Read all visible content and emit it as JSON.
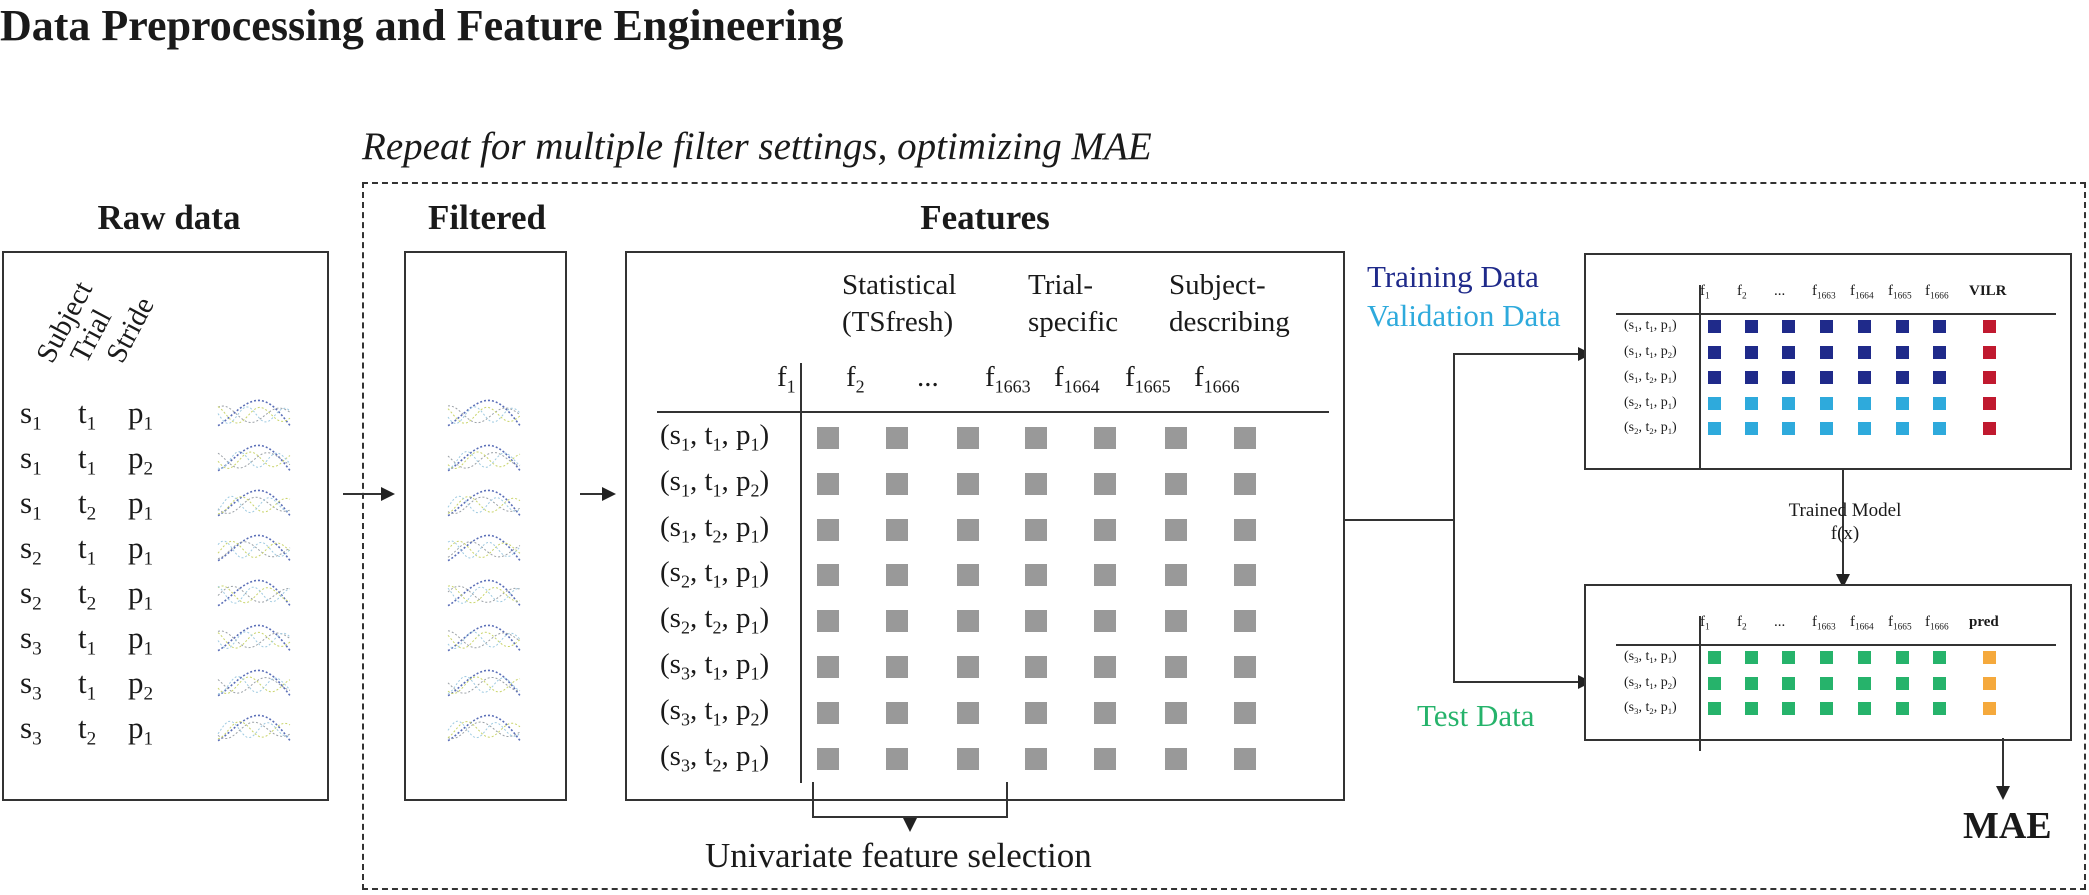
{
  "title": "Data Preprocessing and Feature Engineering",
  "repeat_label": "Repeat for multiple filter settings, optimizing MAE",
  "raw": {
    "header": "Raw data",
    "col_headers": [
      "Subject",
      "Trial",
      "Stride"
    ],
    "rows": [
      {
        "s": "1",
        "t": "1",
        "p": "1"
      },
      {
        "s": "1",
        "t": "1",
        "p": "2"
      },
      {
        "s": "1",
        "t": "2",
        "p": "1"
      },
      {
        "s": "2",
        "t": "1",
        "p": "1"
      },
      {
        "s": "2",
        "t": "2",
        "p": "1"
      },
      {
        "s": "3",
        "t": "1",
        "p": "1"
      },
      {
        "s": "3",
        "t": "1",
        "p": "2"
      },
      {
        "s": "3",
        "t": "2",
        "p": "1"
      }
    ]
  },
  "filtered": {
    "header": "Filtered"
  },
  "features": {
    "header": "Features",
    "groups": [
      {
        "line1": "Statistical",
        "line2": "(TSfresh)"
      },
      {
        "line1": "Trial-",
        "line2": "specific"
      },
      {
        "line1": "Subject-",
        "line2": "describing"
      }
    ],
    "columns": [
      {
        "base": "f",
        "sub": "1"
      },
      {
        "base": "f",
        "sub": "2"
      },
      {
        "base": "...",
        "sub": ""
      },
      {
        "base": "f",
        "sub": "1663"
      },
      {
        "base": "f",
        "sub": "1664"
      },
      {
        "base": "f",
        "sub": "1665"
      },
      {
        "base": "f",
        "sub": "1666"
      }
    ],
    "rows": [
      {
        "s": "1",
        "t": "1",
        "p": "1"
      },
      {
        "s": "1",
        "t": "1",
        "p": "2"
      },
      {
        "s": "1",
        "t": "2",
        "p": "1"
      },
      {
        "s": "2",
        "t": "1",
        "p": "1"
      },
      {
        "s": "2",
        "t": "2",
        "p": "1"
      },
      {
        "s": "3",
        "t": "1",
        "p": "1"
      },
      {
        "s": "3",
        "t": "1",
        "p": "2"
      },
      {
        "s": "3",
        "t": "2",
        "p": "1"
      }
    ],
    "selection_label": "Univariate feature selection"
  },
  "training": {
    "legend_training": "Training Data",
    "legend_validation": "Validation Data",
    "target_label": "VILR",
    "rows": [
      {
        "s": "1",
        "t": "1",
        "p": "1",
        "kind": "train"
      },
      {
        "s": "1",
        "t": "1",
        "p": "2",
        "kind": "train"
      },
      {
        "s": "1",
        "t": "2",
        "p": "1",
        "kind": "train"
      },
      {
        "s": "2",
        "t": "1",
        "p": "1",
        "kind": "val"
      },
      {
        "s": "2",
        "t": "2",
        "p": "1",
        "kind": "val"
      }
    ]
  },
  "model": {
    "line1": "Trained Model",
    "line2": "f(x)"
  },
  "test": {
    "legend": "Test Data",
    "target_label": "pred",
    "rows": [
      {
        "s": "3",
        "t": "1",
        "p": "1"
      },
      {
        "s": "3",
        "t": "1",
        "p": "2"
      },
      {
        "s": "3",
        "t": "2",
        "p": "1"
      }
    ]
  },
  "result": "MAE",
  "colors": {
    "feature_gray": "#999999",
    "training_blue": "#1f2a8a",
    "validation_blue": "#2eaadc",
    "target_red": "#c0192f",
    "test_green": "#26b36b",
    "pred_orange": "#f5a93c"
  }
}
